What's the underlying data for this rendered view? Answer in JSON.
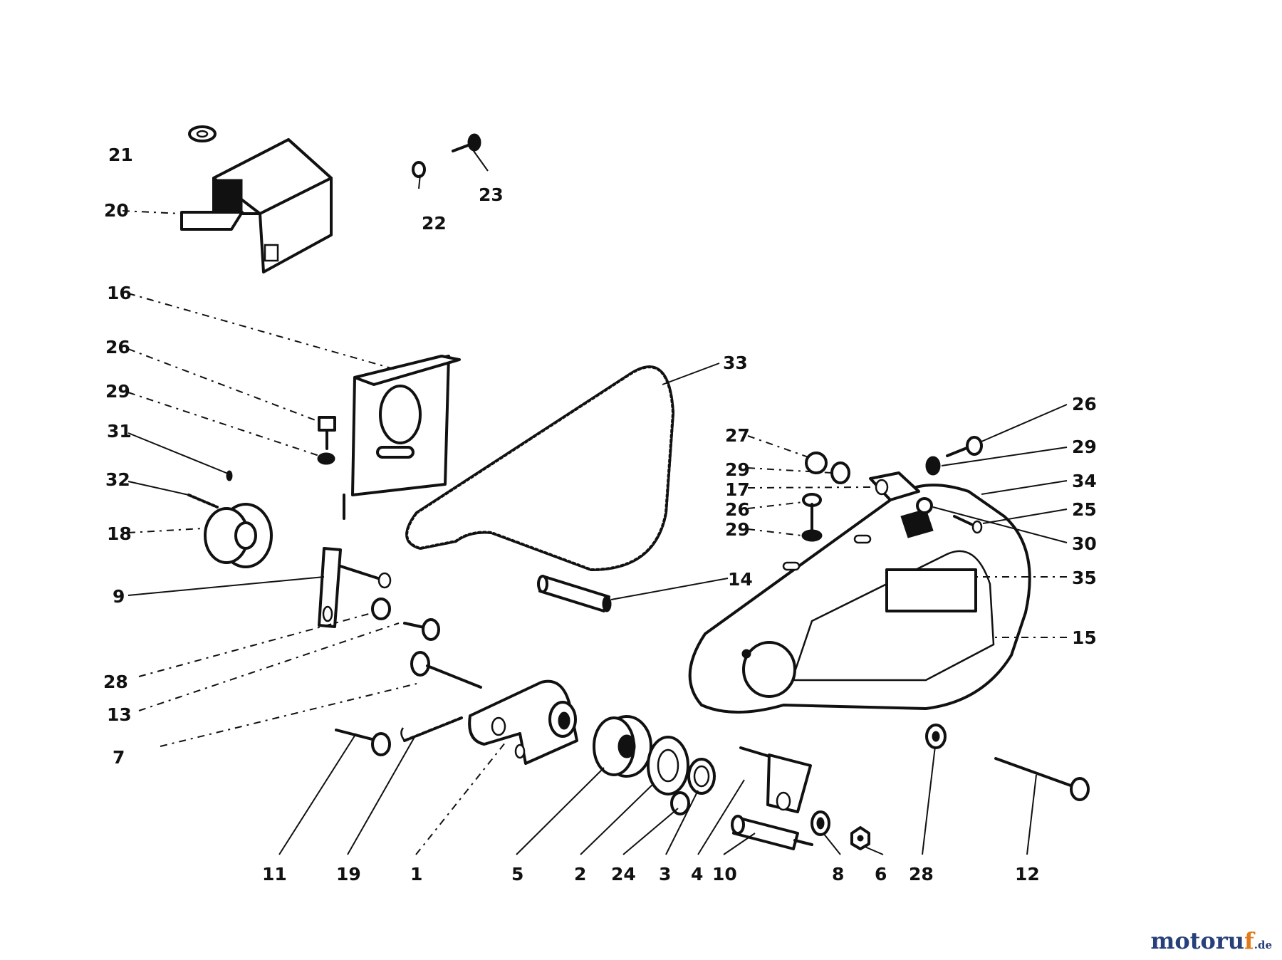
{
  "labels": {
    "l21": "21",
    "l20": "20",
    "l22": "22",
    "l23": "23",
    "l16": "16",
    "l26a": "26",
    "l29a": "29",
    "l31": "31",
    "l32": "32",
    "l18": "18",
    "l9": "9",
    "l28a": "28",
    "l13": "13",
    "l7": "7",
    "l33": "33",
    "l14": "14",
    "l27": "27",
    "l29b": "29",
    "l17": "17",
    "l26b": "26",
    "l29c": "29",
    "l26c": "26",
    "l29d": "29",
    "l34": "34",
    "l25": "25",
    "l30": "30",
    "l35": "35",
    "l15": "15",
    "l11": "11",
    "l19": "19",
    "l1": "1",
    "l5": "5",
    "l2": "2",
    "l24": "24",
    "l3": "3",
    "l4": "4",
    "l10": "10",
    "l8": "8",
    "l6": "6",
    "l28b": "28",
    "l12": "12"
  },
  "watermark": {
    "main": "motoru",
    "accent": "f",
    "suffix": ".de"
  }
}
